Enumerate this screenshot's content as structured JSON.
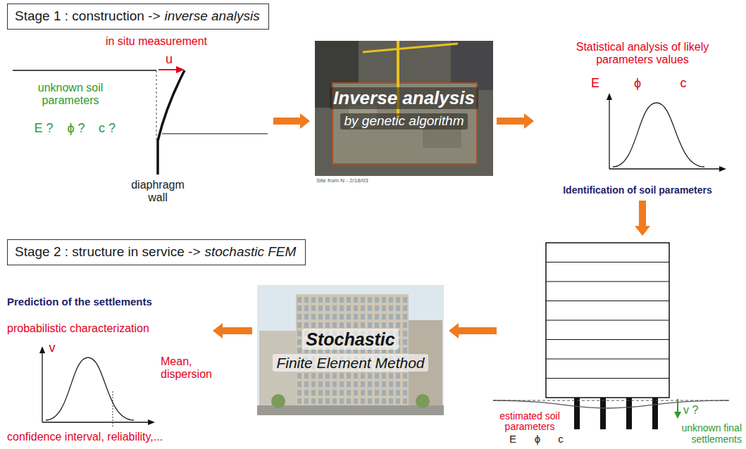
{
  "diagram": {
    "nodes": [
      {
        "text": [
          "Stage 1 : construction ->",
          "inverse analysis"
        ]
      },
      {
        "text": [
          "Inverse analysis",
          "by genetic algorithm"
        ]
      },
      {
        "text": [
          "Stage 2 : structure in service ->",
          "stochastic FEM"
        ]
      },
      {
        "text": [
          "Stochastic",
          "Finite Element Method"
        ]
      }
    ],
    "labels": [
      "in situ measurement",
      "u",
      "unknown soil parameters",
      "E ?",
      "ϕ ?",
      "c ?",
      "diaphragm wall",
      "Site from N - 2/18/03",
      "Statistical analysis of likely parameters values",
      "E",
      "ϕ",
      "c",
      "Identification of soil parameters",
      "Prediction of the settlements",
      "probabilistic characterization",
      "v",
      "Mean, dispersion",
      "confidence interval, reliability,...",
      "estimated soil parameters",
      "E",
      "ϕ",
      "c",
      "v ?",
      "unknown final settlements"
    ]
  }
}
